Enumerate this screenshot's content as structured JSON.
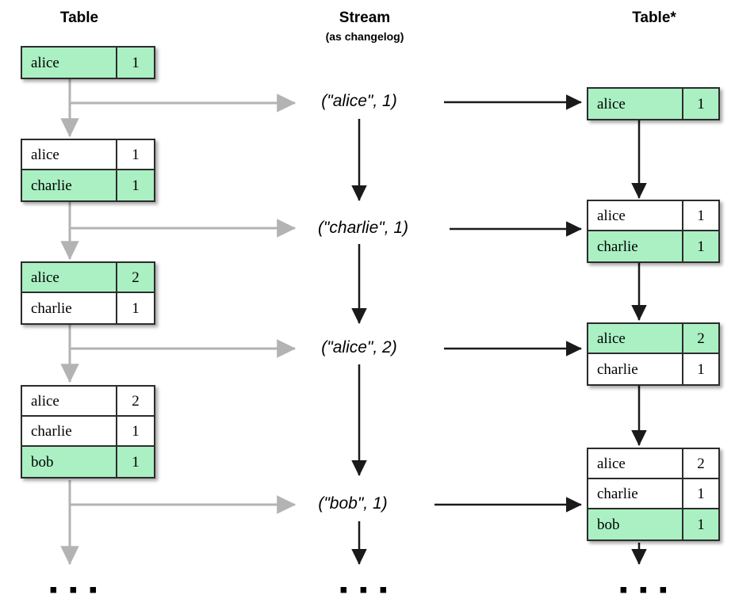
{
  "columns": {
    "left": {
      "title": "Table"
    },
    "middle": {
      "title": "Stream",
      "subtitle": "(as changelog)"
    },
    "right": {
      "title": "Table*"
    }
  },
  "colors": {
    "highlight_green": "#aaf0c3",
    "table_border": "#2c2c2c",
    "gray_arrow": "#b3b3b3",
    "black_arrow": "#1a1a1a"
  },
  "left_tables": [
    {
      "rows": [
        {
          "key": "alice",
          "value": "1",
          "highlighted": true
        }
      ]
    },
    {
      "rows": [
        {
          "key": "alice",
          "value": "1",
          "highlighted": false
        },
        {
          "key": "charlie",
          "value": "1",
          "highlighted": true
        }
      ]
    },
    {
      "rows": [
        {
          "key": "alice",
          "value": "2",
          "highlighted": true
        },
        {
          "key": "charlie",
          "value": "1",
          "highlighted": false
        }
      ]
    },
    {
      "rows": [
        {
          "key": "alice",
          "value": "2",
          "highlighted": false
        },
        {
          "key": "charlie",
          "value": "1",
          "highlighted": false
        },
        {
          "key": "bob",
          "value": "1",
          "highlighted": true
        }
      ]
    }
  ],
  "stream_records": [
    {
      "text": "(\"alice\", 1)"
    },
    {
      "text": "(\"charlie\", 1)"
    },
    {
      "text": "(\"alice\", 2)"
    },
    {
      "text": "(\"bob\", 1)"
    }
  ],
  "right_tables": [
    {
      "rows": [
        {
          "key": "alice",
          "value": "1",
          "highlighted": true
        }
      ]
    },
    {
      "rows": [
        {
          "key": "alice",
          "value": "1",
          "highlighted": false
        },
        {
          "key": "charlie",
          "value": "1",
          "highlighted": true
        }
      ]
    },
    {
      "rows": [
        {
          "key": "alice",
          "value": "2",
          "highlighted": true
        },
        {
          "key": "charlie",
          "value": "1",
          "highlighted": false
        }
      ]
    },
    {
      "rows": [
        {
          "key": "alice",
          "value": "2",
          "highlighted": false
        },
        {
          "key": "charlie",
          "value": "1",
          "highlighted": false
        },
        {
          "key": "bob",
          "value": "1",
          "highlighted": true
        }
      ]
    }
  ],
  "ellipses": {
    "left": "▪ ▪ ▪",
    "middle": "▪ ▪ ▪",
    "right": "▪ ▪ ▪"
  }
}
